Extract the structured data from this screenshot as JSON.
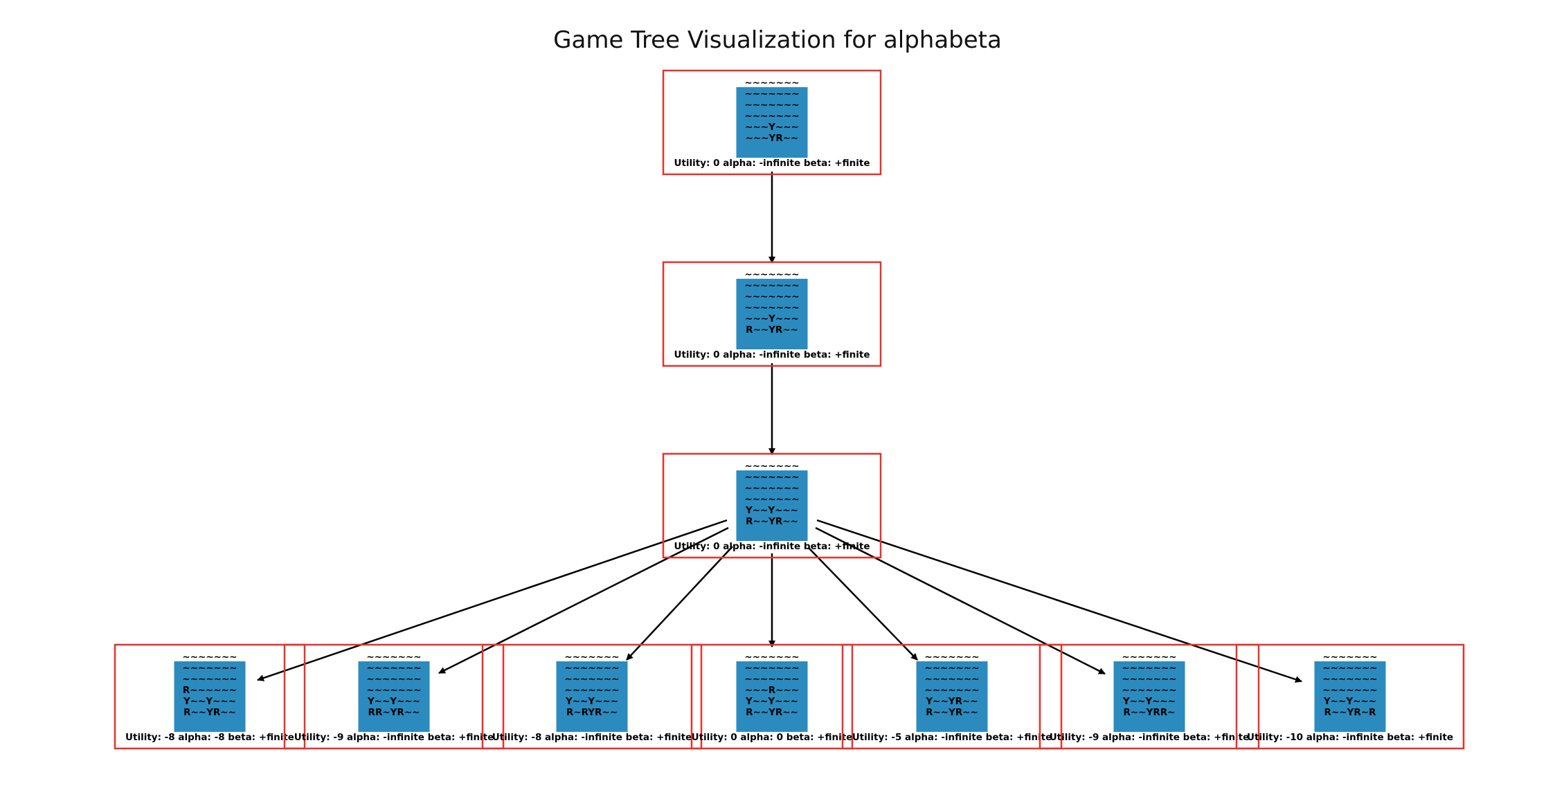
{
  "title": "Game Tree Visualization for alphabeta",
  "colors": {
    "node_border": "#e8312b",
    "board_fill": "#2b8bbf",
    "edge": "#000000"
  },
  "nodes": [
    {
      "id": "root",
      "board": [
        "~~~~~~~",
        "~~~~~~~",
        "~~~~~~~",
        "~~~~~~~",
        "~~~Y~~~",
        "~~~YR~~"
      ],
      "label": "Utility: 0 alpha: -infinite beta: +finite"
    },
    {
      "id": "level1",
      "board": [
        "~~~~~~~",
        "~~~~~~~",
        "~~~~~~~",
        "~~~~~~~",
        "~~~Y~~~",
        "R~~YR~~"
      ],
      "label": "Utility: 0 alpha: -infinite beta: +finite"
    },
    {
      "id": "level2",
      "board": [
        "~~~~~~~",
        "~~~~~~~",
        "~~~~~~~",
        "~~~~~~~",
        "Y~~Y~~~",
        "R~~YR~~"
      ],
      "label": "Utility: 0 alpha: -infinite beta: +finite"
    },
    {
      "id": "leaf1",
      "board": [
        "~~~~~~~",
        "~~~~~~~",
        "~~~~~~~",
        "R~~~~~~",
        "Y~~Y~~~",
        "R~~YR~~"
      ],
      "label": "Utility: -8 alpha: -8 beta: +finite"
    },
    {
      "id": "leaf2",
      "board": [
        "~~~~~~~",
        "~~~~~~~",
        "~~~~~~~",
        "~~~~~~~",
        "Y~~Y~~~",
        "RR~YR~~"
      ],
      "label": "Utility: -9 alpha: -infinite beta: +finite"
    },
    {
      "id": "leaf3",
      "board": [
        "~~~~~~~",
        "~~~~~~~",
        "~~~~~~~",
        "~~~~~~~",
        "Y~~Y~~~",
        "R~RYR~~"
      ],
      "label": "Utility: -8 alpha: -infinite beta: +finite"
    },
    {
      "id": "leaf4",
      "board": [
        "~~~~~~~",
        "~~~~~~~",
        "~~~~~~~",
        "~~~R~~~",
        "Y~~Y~~~",
        "R~~YR~~"
      ],
      "label": "Utility: 0 alpha: 0 beta: +finite"
    },
    {
      "id": "leaf5",
      "board": [
        "~~~~~~~",
        "~~~~~~~",
        "~~~~~~~",
        "~~~~~~~",
        "Y~~YR~~",
        "R~~YR~~"
      ],
      "label": "Utility: -5 alpha: -infinite beta: +finite"
    },
    {
      "id": "leaf6",
      "board": [
        "~~~~~~~",
        "~~~~~~~",
        "~~~~~~~",
        "~~~~~~~",
        "Y~~Y~~~",
        "R~~YRR~"
      ],
      "label": "Utility: -9 alpha: -infinite beta: +finite"
    },
    {
      "id": "leaf7",
      "board": [
        "~~~~~~~",
        "~~~~~~~",
        "~~~~~~~",
        "~~~~~~~",
        "Y~~Y~~~",
        "R~~YR~R"
      ],
      "label": "Utility: -10 alpha: -infinite beta: +finite"
    }
  ],
  "edges": [
    {
      "from": "root",
      "to": "level1"
    },
    {
      "from": "level1",
      "to": "level2"
    },
    {
      "from": "level2",
      "to": "leaf1"
    },
    {
      "from": "level2",
      "to": "leaf2"
    },
    {
      "from": "level2",
      "to": "leaf3"
    },
    {
      "from": "level2",
      "to": "leaf4"
    },
    {
      "from": "level2",
      "to": "leaf5"
    },
    {
      "from": "level2",
      "to": "leaf6"
    },
    {
      "from": "level2",
      "to": "leaf7"
    }
  ]
}
